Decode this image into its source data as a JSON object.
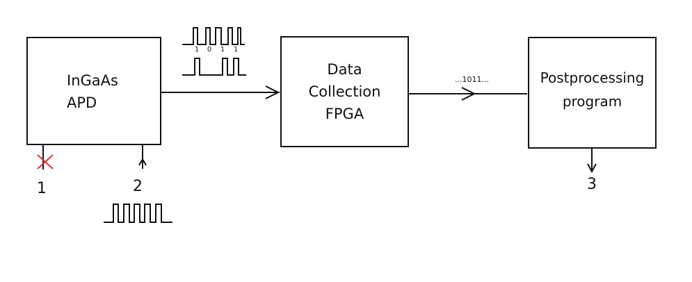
{
  "blocks": {
    "apd": {
      "line1": "InGaAs",
      "line2": "APD"
    },
    "fpga": {
      "line1": "Data",
      "line2": "Collection",
      "line3": "FPGA"
    },
    "post": {
      "line1": "Postprocessing",
      "line2": "program"
    }
  },
  "signals": {
    "bits": [
      "1",
      "0",
      "1",
      "1"
    ],
    "stream": "...1011..."
  },
  "markers": {
    "one": "1",
    "two": "2",
    "three": "3"
  },
  "colors": {
    "line": "#111111",
    "cross": "#e03030"
  }
}
